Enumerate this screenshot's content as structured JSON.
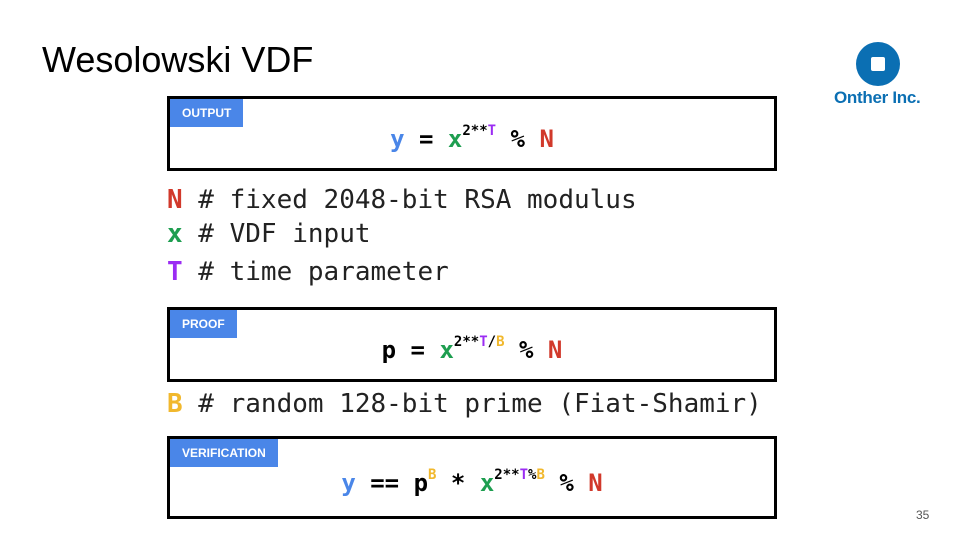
{
  "slide": {
    "title": "Wesolowski VDF",
    "page_number": "35"
  },
  "logo": {
    "text": "Onther Inc."
  },
  "output_box": {
    "label": "OUTPUT",
    "y": "y",
    "eq": " = ",
    "x": "x",
    "exp_prefix": "2**",
    "exp_T": "T",
    "mod": " % ",
    "N": "N"
  },
  "notes": [
    {
      "symbol": "N",
      "text": " # fixed 2048-bit RSA modulus"
    },
    {
      "symbol": "x",
      "text": " # VDF input"
    },
    {
      "symbol": "T",
      "text": " # time parameter"
    }
  ],
  "proof_box": {
    "label": "PROOF",
    "p": "p",
    "eq": " = ",
    "x": "x",
    "exp_prefix": "2**",
    "exp_T": "T",
    "exp_slash": "/",
    "exp_B": "B",
    "mod": " % ",
    "N": "N"
  },
  "prime_note": {
    "symbol": "B",
    "text": " # random 128-bit prime (Fiat-Shamir)"
  },
  "verification_box": {
    "label": "VERIFICATION",
    "y": "y",
    "eqeq": " == ",
    "p": "p",
    "p_exp_B": "B",
    "times": " * ",
    "x": "x",
    "exp_prefix": "2**",
    "exp_T": "T",
    "exp_pct": "%",
    "exp_B": "B",
    "mod": " % ",
    "N": "N"
  },
  "colors": {
    "label_bg": "#4a86e8",
    "blue": "#4a86e8",
    "green": "#1e9e50",
    "red": "#d1392b",
    "purple": "#9b2cf3",
    "yellow": "#f1b82d",
    "logo": "#0b6fb3"
  },
  "icons": {
    "logo": "onther-logo-icon"
  }
}
